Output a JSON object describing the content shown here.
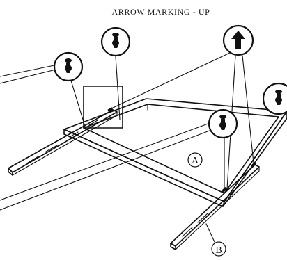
{
  "heading": "ARROW MARKING - UP",
  "callouts": {
    "part_a": "A",
    "part_b": "B"
  },
  "icons": {
    "screw": "screw-icon",
    "arrow": "arrow-up-icon"
  }
}
